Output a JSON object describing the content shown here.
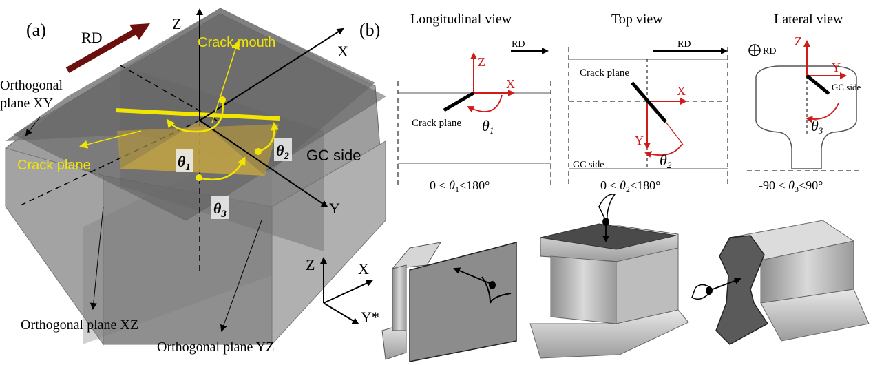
{
  "panel_a": {
    "label": "(a)",
    "rd": "RD",
    "axis_x": "X",
    "axis_y": "Y",
    "axis_z": "Z",
    "crack_mouth": "Crack mouth",
    "crack_plane": "Crack plane",
    "gc_side": "GC side",
    "theta1": "θ",
    "theta1_sub": "1",
    "theta2": "θ",
    "theta2_sub": "2",
    "theta3": "θ",
    "theta3_sub": "3",
    "plane_xy_line1": "Orthogonal",
    "plane_xy_line2": "plane XY",
    "plane_xz": "Orthogonal plane XZ",
    "plane_yz": "Orthogonal plane YZ"
  },
  "panel_b": {
    "label": "(b)",
    "views": {
      "longitudinal": {
        "title": "Longitudinal view",
        "rd": "RD",
        "z": "Z",
        "x": "X",
        "crack_plane": "Crack plane",
        "theta": "θ",
        "theta_sub": "1",
        "range_lo": "0 <",
        "range_theta": "θ",
        "range_sub": "1",
        "range_hi": "<180°"
      },
      "top": {
        "title": "Top view",
        "rd": "RD",
        "x": "X",
        "y": "Y",
        "crack_plane": "Crack plane",
        "gc_side": "GC side",
        "theta": "θ",
        "theta_sub": "2",
        "range_lo": "0 <",
        "range_theta": "θ",
        "range_sub": "2",
        "range_hi": "<180°"
      },
      "lateral": {
        "title": "Lateral view",
        "rd": "RD",
        "z": "Z",
        "y": "Y",
        "gc_side": "GC side",
        "theta": "θ",
        "theta_sub": "3",
        "range_lo": "-90 <",
        "range_theta": "θ",
        "range_sub": "3",
        "range_hi": "<90°"
      }
    },
    "triad": {
      "z": "Z",
      "x": "X",
      "y": "Y*"
    }
  },
  "colors": {
    "crack_yellow": "#f2e600",
    "axis_red": "#d11a1a",
    "rd_arrow": "#6b0f0f",
    "rail_grey": "#9a9a9a"
  }
}
